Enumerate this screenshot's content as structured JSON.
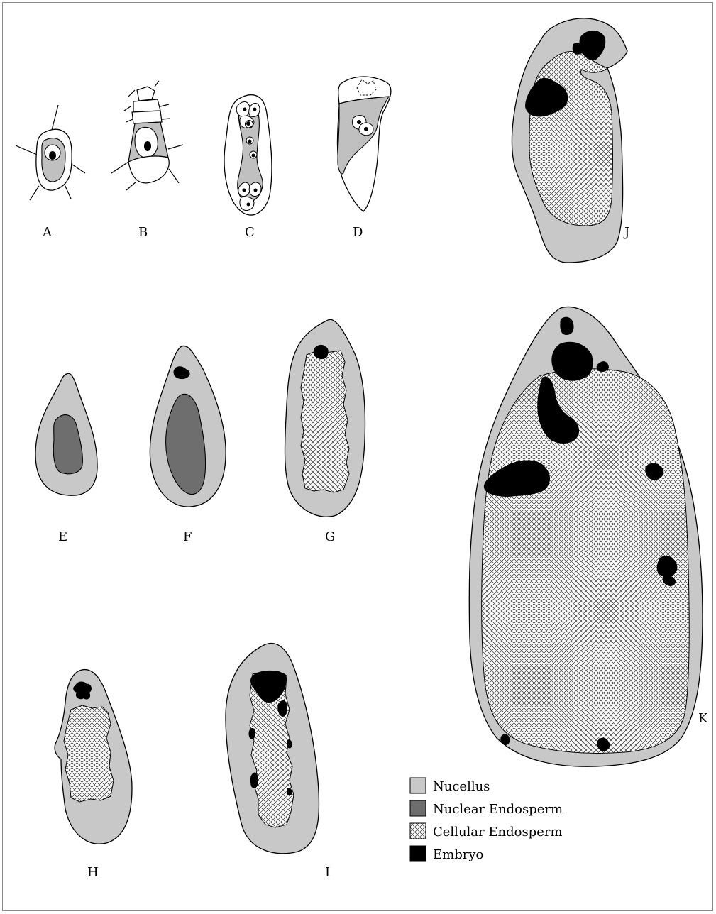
{
  "figure": {
    "panels": [
      "A",
      "B",
      "C",
      "D",
      "E",
      "F",
      "G",
      "H",
      "I",
      "J",
      "K"
    ],
    "legend": [
      {
        "label": "Nucellus",
        "color": "#c8c8c8",
        "pattern": "solid"
      },
      {
        "label": "Nuclear Endosperm",
        "color": "#6e6e6e",
        "pattern": "solid"
      },
      {
        "label": "Cellular Endosperm",
        "color": "#ffffff",
        "pattern": "crosshatch"
      },
      {
        "label": "Embryo",
        "color": "#000000",
        "pattern": "solid"
      }
    ]
  }
}
